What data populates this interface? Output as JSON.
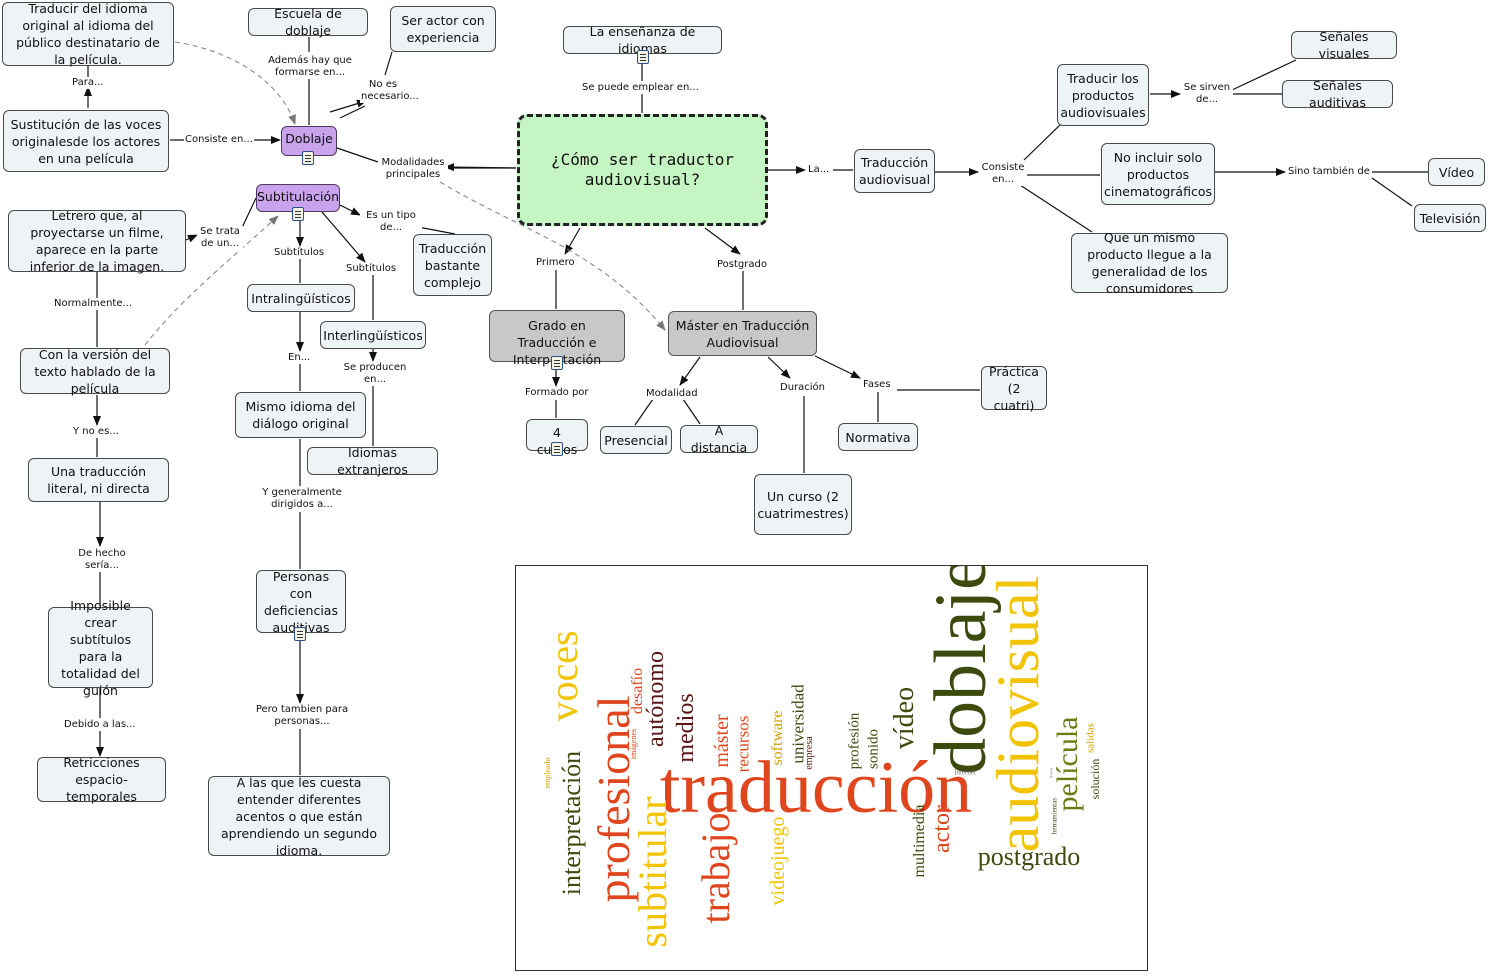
{
  "nodes": {
    "center": "¿Cómo ser traductor audiovisual?",
    "traducir_idioma": "Traducir del idioma original al idioma del público destinatario de la película.",
    "escuela_doblaje": "Escuela de doblaje",
    "ser_actor": "Ser actor con experiencia",
    "sustitucion": "Sustitución de las voces originalesde los actores en una película",
    "doblaje": "Doblaje",
    "subtitulacion": "Subtitulación",
    "letrero": "Letrero que, al proyectarse un filme, aparece en la parte inferior de la imagen.",
    "traduccion_complejo": "Traducción bastante complejo",
    "intralinguisticos": "Intralingüísticos",
    "interlinguisticos": "Interlingüísticos",
    "version_texto": "Con la versión del texto hablado de la película",
    "mismo_idioma": "Mismo idioma del diálogo original",
    "idiomas_extranjeros": "Idiomas extranjeros",
    "traduccion_literal": "Una traducción literal, ni directa",
    "personas_deficiencias": "Personas con deficiencias auditivas",
    "imposible": "Imposible crear subtítulos para la totalidad del guión",
    "retricciones": "Retricciones espacio-temporales",
    "a_las_que": "A las que les cuesta entender diferentes acentos o que están aprendiendo un segundo idioma.",
    "ensenanza": "La enseñanza de idiomas",
    "grado": "Grado en Traducción e Interpretación",
    "cuatro_cursos": "4 cursos",
    "master": "Máster en Traducción Audiovisual",
    "presencial": "Presencial",
    "a_distancia": "A distancia",
    "un_curso": "Un curso (2 cuatrimestres)",
    "normativa": "Normativa",
    "practica": "Práctica (2 cuatri)",
    "traduccion_audiovisual": "Traducción audiovisual",
    "traducir_productos": "Traducir los productos audiovisuales",
    "senales_visuales": "Señales visuales",
    "senales_auditivas": "Señales auditivas",
    "no_incluir": "No incluir solo productos cinematográficos",
    "video": "Vídeo",
    "television": "Televisión",
    "mismo_producto": "Que un mismo producto llegue a la generalidad de los consumidores"
  },
  "labels": {
    "para": "Para...",
    "ademas": "Además hay que formarse en...",
    "no_es_necesario": "No es necesario...",
    "consiste_en": "Consiste en...",
    "modalidades": "Modalidades principales",
    "se_trata": "Se trata de un...",
    "es_un_tipo": "Es un tipo de...",
    "subtitulos1": "Subtítulos",
    "subtitulos2": "Subtítulos",
    "normalmente": "Normalmente...",
    "en": "En...",
    "se_producen": "Se producen en...",
    "y_no_es": "Y no es...",
    "y_generalmente": "Y generalmente dirigidos a...",
    "de_hecho": "De hecho sería...",
    "debido": "Debido a las...",
    "pero_tambien": "Pero tambien para personas...",
    "se_puede": "Se puede emplear en...",
    "primero": "Primero",
    "postgrado": "Postgrado",
    "formado_por": "Formado por",
    "modalidad": "Modalidad",
    "duracion": "Duración",
    "fases": "Fases",
    "la": "La...",
    "consiste_en2": "Consiste en...",
    "se_sirven": "Se sirven de...",
    "sino_tambien": "Sino también de"
  },
  "colors": {
    "node_fill": "#eef3f6",
    "purple_fill": "#c9a4ec",
    "gray_fill": "#c8c8c8",
    "center_fill": "#c5f5c2",
    "cloud_red": "#e0461e",
    "cloud_yellow": "#f2c400",
    "cloud_olive": "#3d4a0e",
    "cloud_brown": "#5a1414"
  },
  "icons": [
    "note-icon"
  ],
  "wordcloud": [
    {
      "text": "traducción",
      "color": "#e0461e",
      "big": true
    },
    {
      "text": "doblaje",
      "color": "#3d4a0e",
      "big": true
    },
    {
      "text": "audiovisual",
      "color": "#f2c400",
      "big": true
    },
    {
      "text": "profesional",
      "color": "#e0461e"
    },
    {
      "text": "voces",
      "color": "#f2c400"
    },
    {
      "text": "subtitular",
      "color": "#f2c400"
    },
    {
      "text": "interpretación",
      "color": "#3d4a0e"
    },
    {
      "text": "trabajo",
      "color": "#e0461e"
    },
    {
      "text": "postgrado",
      "color": "#3d4a0e"
    },
    {
      "text": "película",
      "color": "#6b7a12"
    },
    {
      "text": "vídeo",
      "color": "#3d4a0e"
    },
    {
      "text": "autónomo",
      "color": "#5a1414"
    },
    {
      "text": "medios",
      "color": "#5a1414"
    },
    {
      "text": "desafío",
      "color": "#e0461e"
    },
    {
      "text": "máster",
      "color": "#e0461e"
    },
    {
      "text": "recursos",
      "color": "#e0461e"
    },
    {
      "text": "videojuego",
      "color": "#f2c400"
    },
    {
      "text": "software",
      "color": "#d4a000"
    },
    {
      "text": "universidad",
      "color": "#3d4a0e"
    },
    {
      "text": "empresa",
      "color": "#5a1414"
    },
    {
      "text": "profesión",
      "color": "#3d4a0e"
    },
    {
      "text": "sonido",
      "color": "#3d4a0e"
    },
    {
      "text": "actor",
      "color": "#e0461e"
    },
    {
      "text": "multimedia",
      "color": "#3d4a0e"
    },
    {
      "text": "solución",
      "color": "#3d4a0e"
    },
    {
      "text": "salidas",
      "color": "#d4a000"
    },
    {
      "text": "herramientas",
      "color": "#3d4a0e"
    },
    {
      "text": "imágenes",
      "color": "#e0461e"
    },
    {
      "text": "empleado",
      "color": "#d4a000"
    },
    {
      "text": "Internet",
      "color": "#777777"
    },
    {
      "text": "mesa",
      "color": "#999999"
    }
  ]
}
